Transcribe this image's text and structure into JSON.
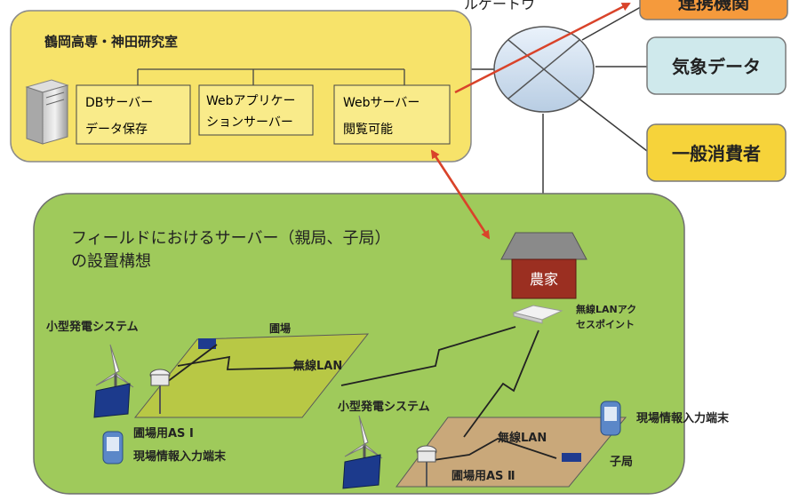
{
  "top_partial_label": "ルゲートウ",
  "lab": {
    "title": "鶴岡高専・神田研究室",
    "servers": [
      {
        "line1": "DBサーバー",
        "line2": "データ保存"
      },
      {
        "line1": "Webアプリケー",
        "line2": "ションサーバー"
      },
      {
        "line1": "Webサーバー",
        "line2": "閲覧可能"
      }
    ]
  },
  "right_boxes": [
    {
      "label": "連携機関",
      "color": "#f59a3c"
    },
    {
      "label": "気象データ",
      "color": "#cfe9ec"
    },
    {
      "label": "一般消費者",
      "color": "#f6d33a"
    }
  ],
  "field": {
    "title_line1": "フィールドにおけるサーバー（親局、子局）",
    "title_line2": "の設置構想",
    "farmhouse": "農家",
    "access_point": [
      "無線LANアク",
      "セスポイント"
    ],
    "generator_1": "小型発電システム",
    "generator_2": "小型発電システム",
    "field_label": "圃場",
    "wlan_1": "無線LAN",
    "wlan_2": "無線LAN",
    "as1": "圃場用AS Ⅰ",
    "as2": "圃場用AS Ⅱ",
    "terminal_1": "現場情報入力端末",
    "terminal_2": "現場情報入力端末",
    "child_station": "子局"
  },
  "colors": {
    "lab_bg": "#f7e36a",
    "field_bg": "#9fca5b",
    "arrow": "#d9432a",
    "house_roof": "#8a8a8a",
    "house_body": "#9b2f21",
    "plot1": "#b8c845",
    "plot2": "#c9a87a"
  }
}
